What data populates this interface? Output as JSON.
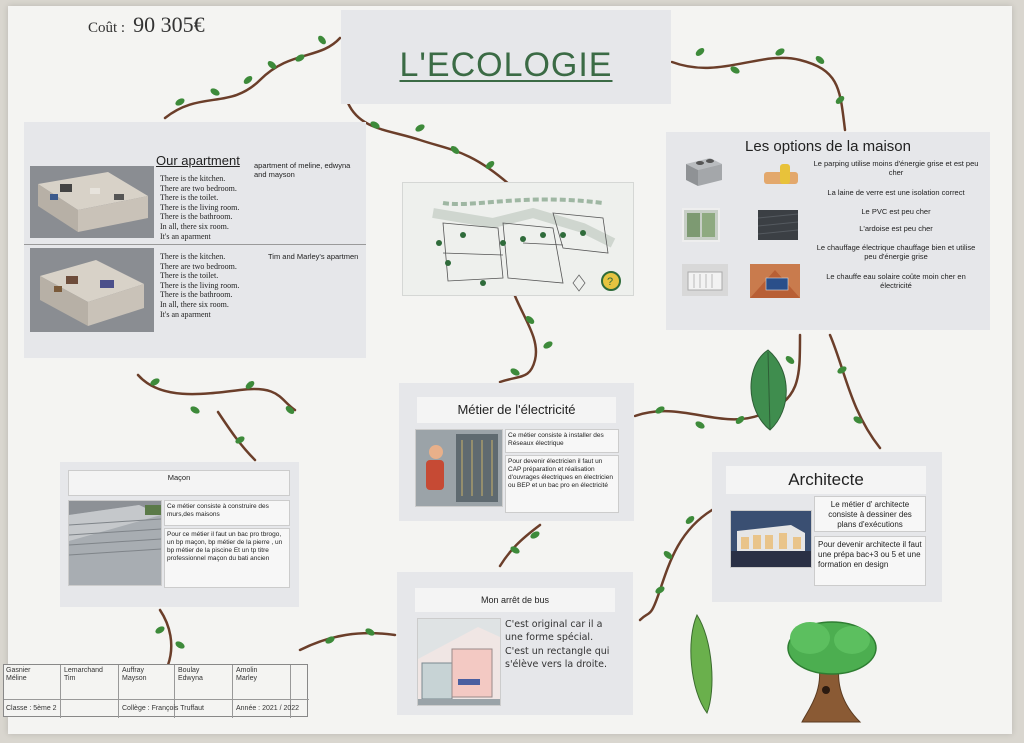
{
  "poster": {
    "cost_label": "Coût :",
    "cost_value": "90 305€",
    "title": "L'ECOLOGIE"
  },
  "apartment": {
    "title": "Our apartment",
    "caption_1": "apartment of meline, edwyna and mayson",
    "caption_2": "Tim and Marley's apartmen",
    "list_1": [
      "There is the kitchen.",
      "There are two bedroom.",
      "There is the toilet.",
      "There is the living room.",
      "There is the bathroom.",
      "In all, there six room.",
      "It's an aparment"
    ],
    "list_2": [
      "There is the kitchen.",
      "There are two bedroom.",
      "There is the toilet.",
      "There is the living room.",
      "There is the bathroom.",
      "In all, there six room.",
      "It's an aparment"
    ]
  },
  "options": {
    "title": "Les options de la maison",
    "items": [
      "Le parping utilise moins d'énergie grise et est peu cher",
      "La laine de verre est une isolation correct",
      "Le PVC est peu cher",
      "L'ardoise est peu cher",
      "Le chauffage électrique chauffage bien et utilise peu d'énergie grise",
      "Le chauffe eau solaire coûte moin cher en électricité"
    ]
  },
  "electricite": {
    "title": "Métier de l'électricité",
    "text_1": "Ce métier consiste à installer des Réseaux électrique",
    "text_2": "Pour devenir électricien il faut un CAP préparation et réalisation d'ouvrages électriques en électricien ou BEP et un bac pro en électricité"
  },
  "macon": {
    "title": "Maçon",
    "text_1": "Ce métier consiste à construire des murs,des maisons",
    "text_2": "Pour ce métier il faut un bac pro tbrogo, un bp maçon, bp métier de la pierre , un bp métier de la piscine Et un tp titre professionnel maçon du bati ancien"
  },
  "architecte": {
    "title": "Architecte",
    "text_1": "Le métier d' architecte consiste à dessiner des plans d'exécutions",
    "text_2": "Pour devenir architecte il faut une prépa bac+3 ou 5 et une formation en design"
  },
  "bus": {
    "title": "Mon arrêt de bus",
    "text": "C'est original car il a une forme spécial. C'est un rectangle qui s'élève vers la droite."
  },
  "credits": {
    "names": [
      [
        "Gasnier",
        "Méline"
      ],
      [
        "Lemarchand",
        "Tim"
      ],
      [
        "Auffray",
        "Mayson"
      ],
      [
        "Boulay",
        "Edwyna"
      ],
      [
        "Amolin",
        "Marley"
      ]
    ],
    "classe": "Classe : 5ème 2",
    "college": "Collège : François Truffaut",
    "annee": "Année : 2021 / 2022"
  },
  "colors": {
    "poster_bg": "#f4f4f2",
    "card_bg": "#e6e7ea",
    "title_green": "#3b6b45",
    "vine_brown": "#6b3e2a",
    "leaf_green": "#3d8a3a"
  }
}
